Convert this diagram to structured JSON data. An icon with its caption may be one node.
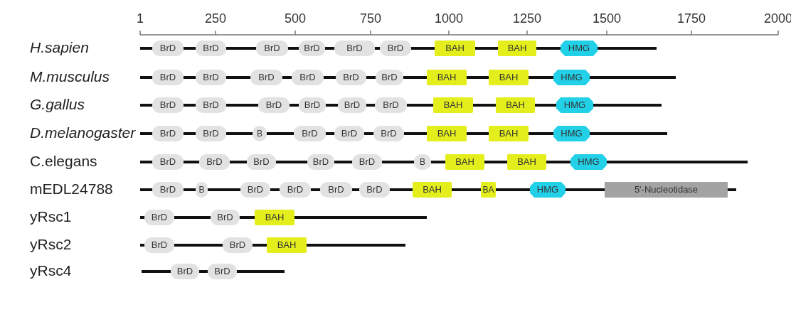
{
  "diagram": {
    "nodes": [
      {
        "text": [
          "BrD"
        ]
      },
      {
        "text": [
          "BrD"
        ]
      },
      {
        "text": [
          "BrD"
        ]
      },
      {
        "text": [
          "BrD"
        ]
      },
      {
        "text": [
          "BrD"
        ]
      },
      {
        "text": [
          "BrD"
        ]
      },
      {
        "text": [
          "BAH"
        ]
      },
      {
        "text": [
          "BAH"
        ]
      },
      {
        "text": [
          "HMG"
        ]
      },
      {
        "text": [
          "BrD"
        ]
      },
      {
        "text": [
          "BrD"
        ]
      },
      {
        "text": [
          "BrD"
        ]
      },
      {
        "text": [
          "BrD"
        ]
      },
      {
        "text": [
          "BrD"
        ]
      },
      {
        "text": [
          "BrD"
        ]
      },
      {
        "text": [
          "BAH"
        ]
      },
      {
        "text": [
          "BAH"
        ]
      },
      {
        "text": [
          "HMG"
        ]
      },
      {
        "text": [
          "BrD"
        ]
      },
      {
        "text": [
          "BrD"
        ]
      },
      {
        "text": [
          "BrD"
        ]
      },
      {
        "text": [
          "BrD"
        ]
      },
      {
        "text": [
          "BrD"
        ]
      },
      {
        "text": [
          "BrD"
        ]
      },
      {
        "text": [
          "BAH"
        ]
      },
      {
        "text": [
          "BAH"
        ]
      },
      {
        "text": [
          "HMG"
        ]
      },
      {
        "text": [
          "BrD"
        ]
      },
      {
        "text": [
          "BrD"
        ]
      },
      {
        "text": [
          "B"
        ]
      },
      {
        "text": [
          "BrD"
        ]
      },
      {
        "text": [
          "BrD"
        ]
      },
      {
        "text": [
          "BrD"
        ]
      },
      {
        "text": [
          "BAH"
        ]
      },
      {
        "text": [
          "BAH"
        ]
      },
      {
        "text": [
          "HMG"
        ]
      },
      {
        "text": [
          "BrD"
        ]
      },
      {
        "text": [
          "BrD"
        ]
      },
      {
        "text": [
          "BrD"
        ]
      },
      {
        "text": [
          "BrD"
        ]
      },
      {
        "text": [
          "BrD"
        ]
      },
      {
        "text": [
          "B"
        ]
      },
      {
        "text": [
          "BAH"
        ]
      },
      {
        "text": [
          "BAH"
        ]
      },
      {
        "text": [
          "HMG"
        ]
      },
      {
        "text": [
          "BrD"
        ]
      },
      {
        "text": [
          "B"
        ]
      },
      {
        "text": [
          "BrD"
        ]
      },
      {
        "text": [
          "BrD"
        ]
      },
      {
        "text": [
          "BrD"
        ]
      },
      {
        "text": [
          "BrD"
        ]
      },
      {
        "text": [
          "BAH"
        ]
      },
      {
        "text": [
          "BA"
        ]
      },
      {
        "text": [
          "HMG"
        ]
      },
      {
        "text": [
          "5'-Nucleotidase"
        ]
      },
      {
        "text": [
          "BrD"
        ]
      },
      {
        "text": [
          "BrD"
        ]
      },
      {
        "text": [
          "BAH"
        ]
      },
      {
        "text": [
          "BrD"
        ]
      },
      {
        "text": [
          "BrD"
        ]
      },
      {
        "text": [
          "BAH"
        ]
      },
      {
        "text": [
          "BrD"
        ]
      },
      {
        "text": [
          "BrD"
        ]
      }
    ],
    "labels": [
      "1",
      "250",
      "500",
      "750",
      "1000",
      "1250",
      "1500",
      "1750",
      "2000",
      "H.sapien",
      "M.musculus",
      "G.gallus",
      "D.melanogaster",
      "C.elegans",
      "mEDL24788",
      "yRsc1",
      "yRsc2",
      "yRsc4"
    ]
  }
}
